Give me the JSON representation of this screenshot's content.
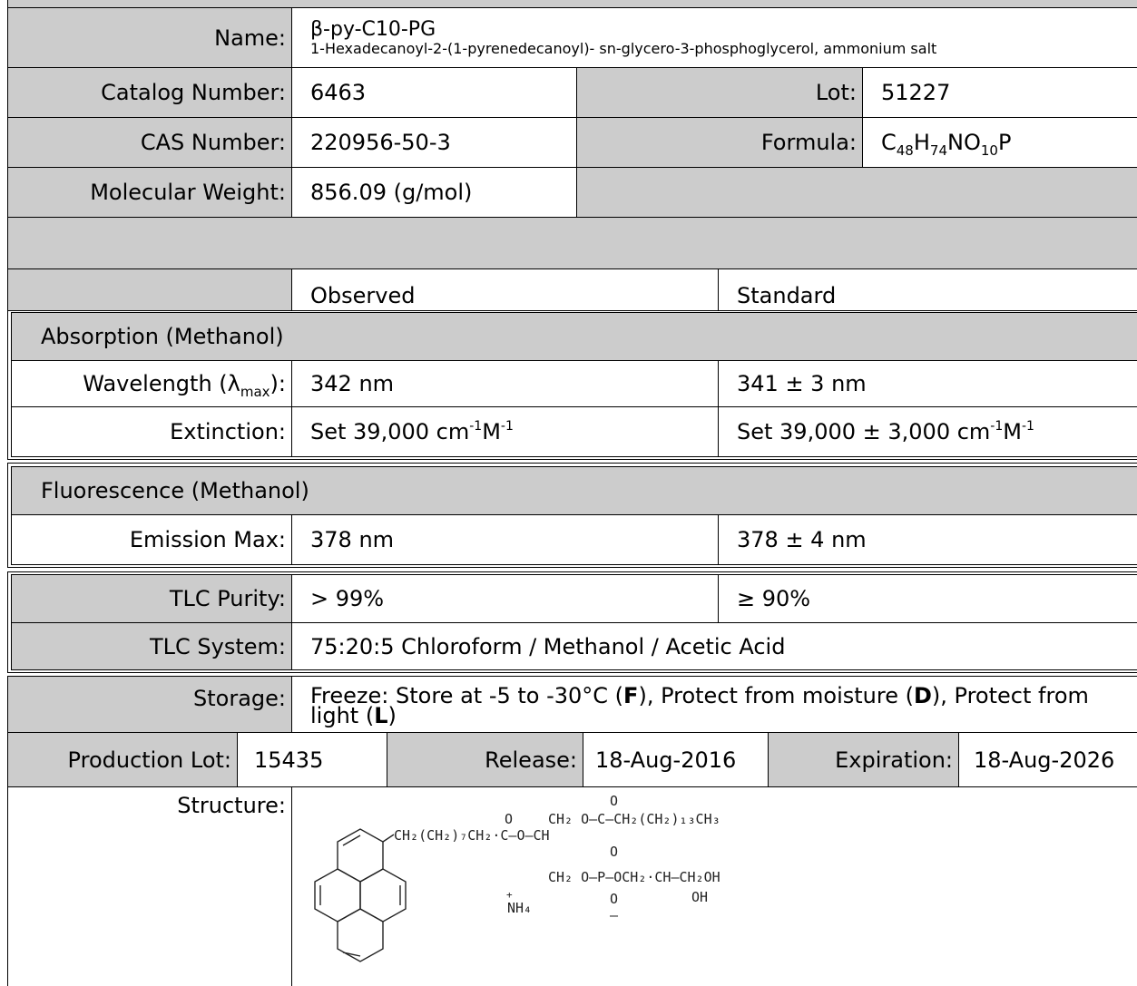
{
  "product": {
    "name_label": "Name:",
    "short_name": "β-py-C10-PG",
    "full_name": "1-Hexadecanoyl-2-(1-pyrenedecanoyl)- sn-glycero-3-phosphoglycerol, ammonium salt",
    "catalog_label": "Catalog Number:",
    "catalog_value": "6463",
    "lot_label": "Lot:",
    "lot_value": "51227",
    "cas_label": "CAS Number:",
    "cas_value": "220956-50-3",
    "formula_label": "Formula:",
    "formula_parts": {
      "c": "C",
      "c_n": "48",
      "h": "H",
      "h_n": "74",
      "no": "NO",
      "o_n": "10",
      "p": "P"
    },
    "mw_label": "Molecular Weight:",
    "mw_value": "856.09 (g/mol)"
  },
  "columns": {
    "observed": "Observed",
    "standard": "Standard"
  },
  "absorption": {
    "header": "Absorption (Methanol)",
    "wavelength_label_pre": "Wavelength (λ",
    "wavelength_label_sub": "max",
    "wavelength_label_post": "):",
    "wavelength_observed": "342 nm",
    "wavelength_standard": "341 ± 3 nm",
    "extinction_label": "Extinction:",
    "extinction_observed_pre": "Set 39,000 cm",
    "extinction_standard_pre": "Set 39,000 ± 3,000 cm",
    "exp1": "-1",
    "unit_m": "M",
    "exp2": "-1"
  },
  "fluorescence": {
    "header": "Fluorescence (Methanol)",
    "emission_label": "Emission Max:",
    "emission_observed": "378 nm",
    "emission_standard": "378 ± 4 nm"
  },
  "tlc": {
    "purity_label": "TLC Purity:",
    "purity_observed": "> 99%",
    "purity_standard": "≥ 90%",
    "system_label": "TLC System:",
    "system_value": "75:20:5 Chloroform / Methanol / Acetic Acid"
  },
  "storage": {
    "label": "Storage:",
    "t1": "Freeze: Store at -5 to -30°C (",
    "b1": "F",
    "t2": "), Protect from moisture (",
    "b2": "D",
    "t3": "), Protect from light (",
    "b3": "L",
    "t4": ")"
  },
  "production": {
    "lot_label": "Production Lot:",
    "lot_value": "15435",
    "release_label": "Release:",
    "release_value": "18-Aug-2016",
    "expiration_label": "Expiration:",
    "expiration_value": "18-Aug-2026"
  },
  "structure": {
    "label": "Structure:",
    "chain_left": "CH₂(CH₂)₇CH₂·C–O–CH",
    "chain_o1": "O",
    "top_ch2": "CH₂ O–C–CH₂(CH₂)₁₃CH₃",
    "top_o": "O",
    "mid_o": "O",
    "bottom_ch2": "CH₂ O–P–OCH₂·CH–CH₂OH",
    "oh": "OH",
    "bottom_o": "O",
    "minus": "–",
    "ammonium": "NH₄",
    "plus": "+"
  }
}
